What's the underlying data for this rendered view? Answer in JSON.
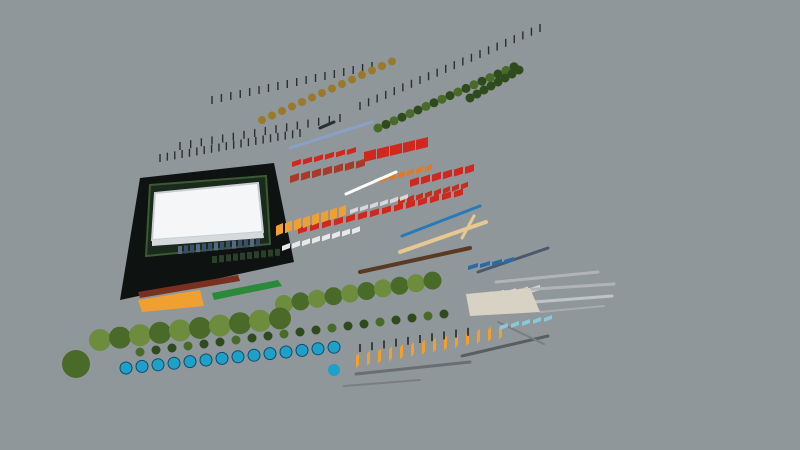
{
  "viewport": {
    "background": "#8f979b",
    "description_hidden": ""
  },
  "palette": {
    "ground": "#0e1211",
    "building_roof": "#f4f6f8",
    "building_edge": "#c9ced2",
    "tree_dark": "#2f4a1c",
    "tree_mid": "#4a6a2a",
    "tree_light": "#6d8c3e",
    "autumn": "#9a7a2a",
    "fence_red": "#d0281e",
    "fence_orange": "#f0a030",
    "fence_white": "#e8e8e8",
    "fence_blue": "#2a7ab8",
    "fence_green": "#2a8a3a",
    "pipe_tan": "#e6c890",
    "pipe_gray": "#b0b4b8",
    "water_blue": "#1fa0c8"
  },
  "asset_groups": [
    "ground-plate-with-building",
    "lamp-post-rows",
    "autumn-tree-row",
    "dark-tree-row",
    "red-fence-panels",
    "orange-fence-panels",
    "white-fence-segments",
    "colored-pipe-segments",
    "round-tree-row",
    "small-bush-row",
    "blue-round-bush-row",
    "gray-rail-segments"
  ]
}
